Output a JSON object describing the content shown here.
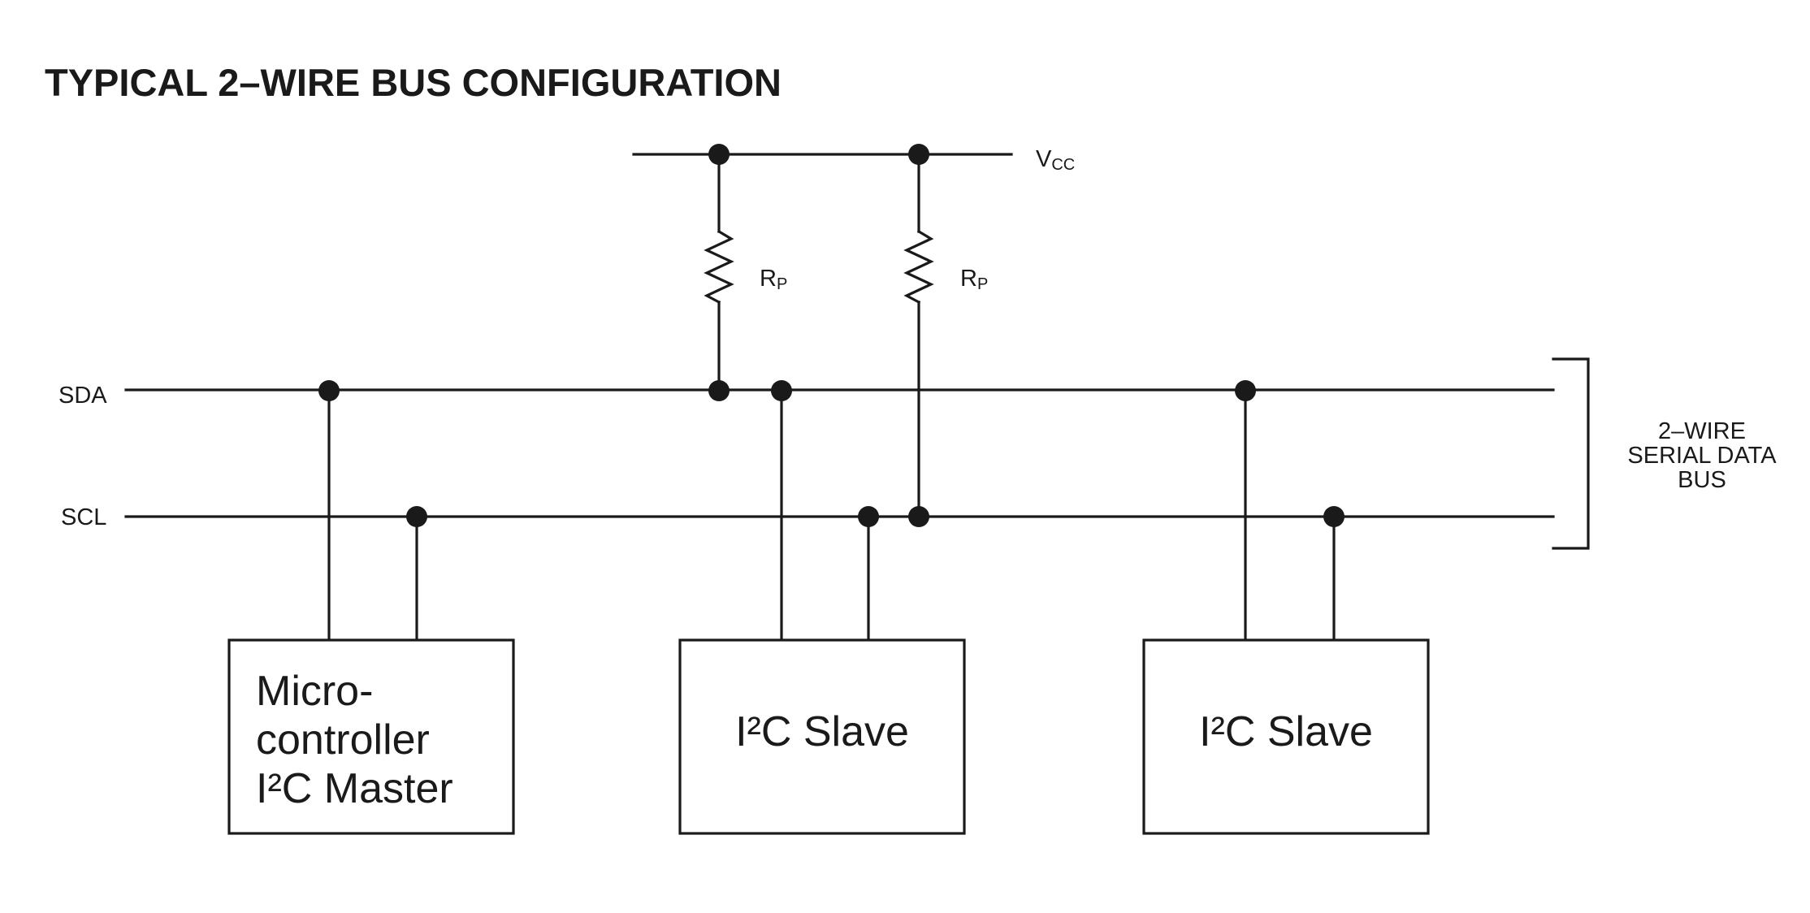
{
  "title": "TYPICAL 2–WIRE BUS CONFIGURATION",
  "supply": {
    "main": "V",
    "sub": "CC"
  },
  "pullup_resistors": [
    {
      "main": "R",
      "sub": "P"
    },
    {
      "main": "R",
      "sub": "P"
    }
  ],
  "bus_lines": {
    "sda": "SDA",
    "scl": "SCL"
  },
  "bus_label": [
    "2–WIRE",
    "SERIAL DATA",
    "BUS"
  ],
  "devices": [
    {
      "lines": [
        "Micro-",
        "controller",
        "I²C Master"
      ]
    },
    {
      "lines": [
        "I²C Slave"
      ]
    },
    {
      "lines": [
        "I²C Slave"
      ]
    }
  ]
}
